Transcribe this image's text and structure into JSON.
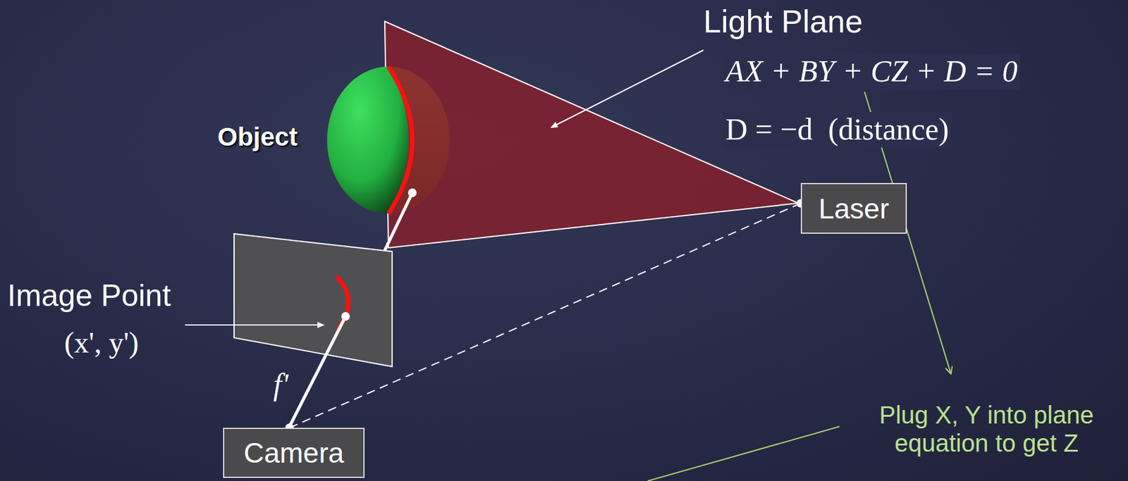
{
  "diagram": {
    "nodes": [
      {
        "text": [
          "Laser"
        ]
      },
      {
        "text": [
          "Camera"
        ]
      }
    ],
    "edges": [
      {
        "from": 1,
        "to": 0,
        "arrow": "none"
      }
    ],
    "labels": [
      "Light Plane",
      "AX + BY + CZ + D = 0",
      "D = −d  (distance)",
      "Object",
      "Image Point",
      "(x', y')",
      "f'",
      "Plug X, Y into plane equation to get Z"
    ]
  }
}
